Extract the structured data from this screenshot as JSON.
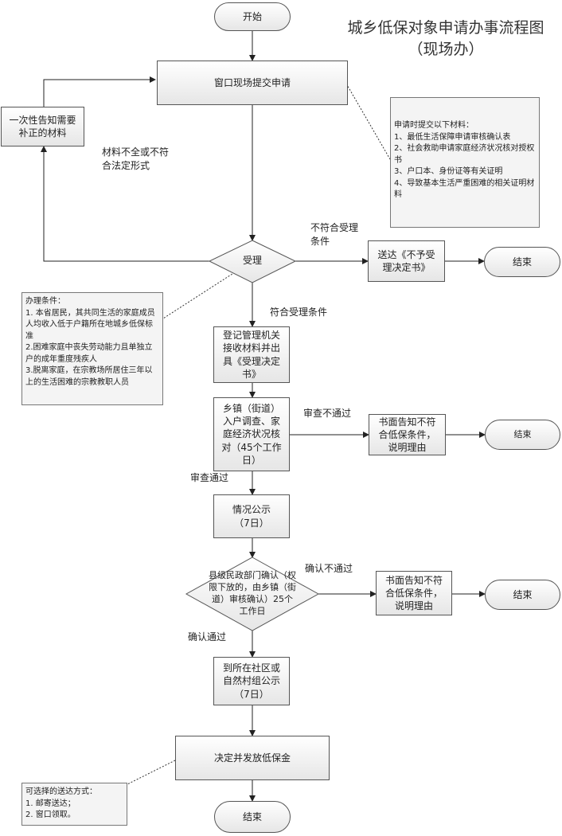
{
  "title": {
    "line1": "城乡低保对象申请办事流程图",
    "line2": "（现场办）"
  },
  "nodes": {
    "start": "开始",
    "submit": "窗口现场提交申请",
    "notify_correction": "一次性告知需要补正的材料",
    "accept": "受理",
    "reject_deliver": "送达《不予受理决定书》",
    "end1": "结束",
    "register": "登记管理机关接收材料并出具《受理决定书》",
    "survey": "乡镇（街道）入户调查、家庭经济状况核对（45个工作日）",
    "survey_fail_notice": "书面告知不符合低保条件，说明理由",
    "end2": "结束",
    "publicity1": "情况公示（7日）",
    "county_confirm": "县级民政部门确认（权限下放的，由乡镇（街道）审核确认）25个工作日",
    "confirm_fail_notice": "书面告知不符合低保条件，说明理由",
    "end3": "结束",
    "publicity2": "到所在社区或自然村组公示（7日）",
    "decide": "决定并发放低保金",
    "end4": "结束"
  },
  "edge_labels": {
    "incomplete": "材料不全或不符合法定形式",
    "not_qualified": "不符合受理条件",
    "qualified": "符合受理条件",
    "review_fail": "审查不通过",
    "review_pass": "审查通过",
    "confirm_fail": "确认不通过",
    "confirm_pass": "确认通过"
  },
  "notes": {
    "materials": {
      "heading": "申请时提交以下材料：",
      "items": [
        "1、最低生活保障申请审核确认表",
        "2、社会救助申请家庭经济状况核对授权书",
        "3、户口本、身份证等有关证明",
        "4、导致基本生活严重困难的相关证明材料"
      ]
    },
    "conditions": {
      "heading": "办理条件：",
      "items": [
        "1. 本省居民，其共同生活的家庭成员人均收入低于户籍所在地城乡低保标准",
        "2.困难家庭中丧失劳动能力且单独立户的成年重度残疾人",
        "3.脱离家庭，在宗教场所居住三年以上的生活困难的宗教教职人员"
      ]
    },
    "delivery": {
      "heading": "可选择的送达方式：",
      "items": [
        "1. 邮寄送达；",
        "2. 窗口领取。"
      ]
    }
  }
}
